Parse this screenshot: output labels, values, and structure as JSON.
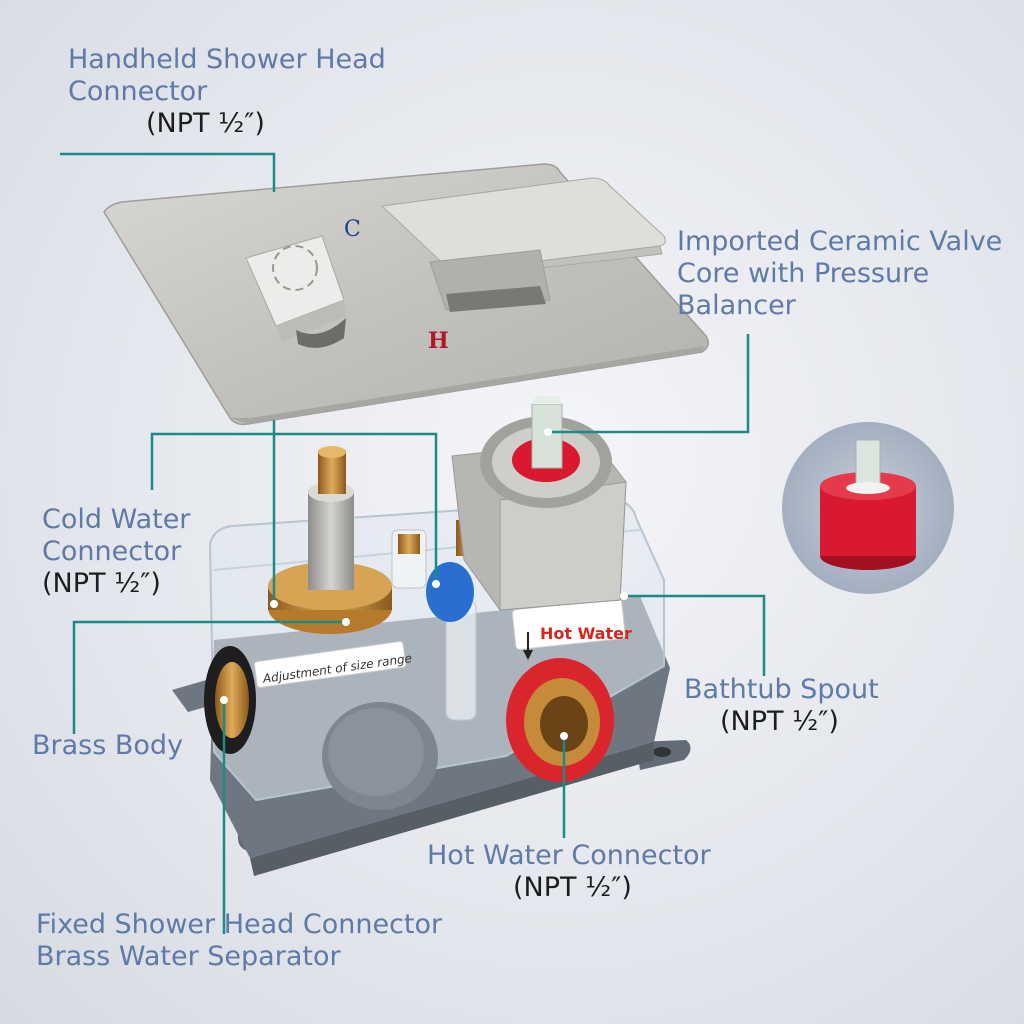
{
  "labels": {
    "handheld": {
      "title_line1": "Handheld Shower Head",
      "title_line2": "Connector",
      "spec": "(NPT ½″)"
    },
    "ceramic": {
      "line1": "Imported Ceramic Valve",
      "line2": "Core with Pressure",
      "line3": "Balancer"
    },
    "cold": {
      "line1": "Cold Water",
      "line2": "Connector",
      "spec": "(NPT ½″)"
    },
    "brass_body": "Brass Body",
    "bathtub": {
      "title": "Bathtub Spout",
      "spec": "(NPT ½″)"
    },
    "hot_connector": {
      "title": "Hot Water Connector",
      "spec": "(NPT ½″)"
    },
    "fixed": {
      "line1": "Fixed Shower Head Connector",
      "line2": "Brass Water Separator"
    }
  },
  "plate_markings": {
    "cold": "C",
    "hot": "H"
  },
  "stickers": {
    "hot_water": "Hot Water",
    "size_range": "Adjustment of size range"
  },
  "colors": {
    "label_text": "#5f7aa6",
    "spec_text": "#1d1d1d",
    "leader_line": "#1c8a85",
    "plate": "#c9c7c3",
    "cartridge_red": "#d8192f",
    "box_base": "#6e7781",
    "brass": "#c58a3a"
  }
}
